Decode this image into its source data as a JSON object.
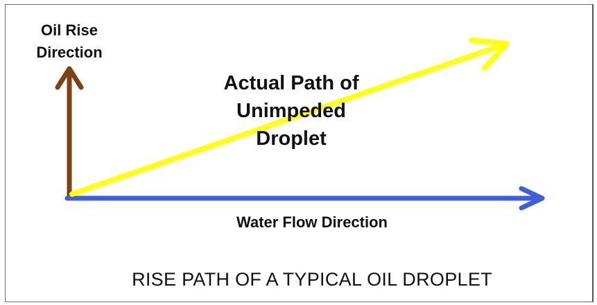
{
  "labels": {
    "oil_rise": [
      "Oil Rise",
      "Direction"
    ],
    "actual_path": [
      "Actual Path of",
      "Unimpeded",
      "Droplet"
    ],
    "water_flow": "Water Flow Direction",
    "caption": "RISE PATH OF A TYPICAL OIL DROPLET"
  },
  "colors": {
    "oil_rise_arrow": "#7b4315",
    "water_flow_arrow": "#3c5ee0",
    "droplet_path_arrow": "#ffff14"
  }
}
